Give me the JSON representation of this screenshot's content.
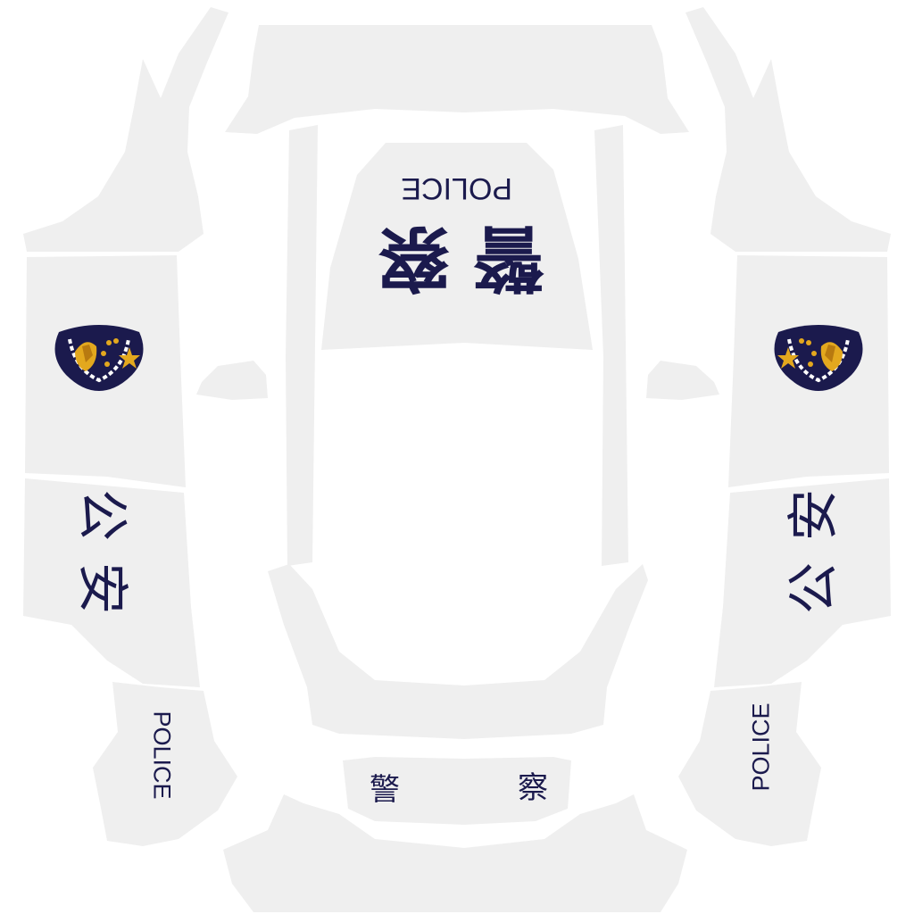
{
  "template": {
    "panel_color": "#efefef",
    "ink_color": "#1b1a4d",
    "emblem_colors": {
      "shield": "#1b1a4d",
      "gold": "#e3a81e",
      "wreath": "#ffffff"
    },
    "hood": {
      "zh_left": "警",
      "zh_right": "察",
      "police": "POLICE"
    },
    "front": {
      "zh_left": "警",
      "zh_right": "察"
    },
    "left_door": {
      "zh_top": "公",
      "zh_bottom": "安"
    },
    "right_door": {
      "zh_top": "安",
      "zh_bottom": "公"
    },
    "left_rear": {
      "police": "POLICE"
    },
    "right_rear": {
      "police": "POLICE"
    },
    "icons": [
      "police-emblem-left-icon",
      "police-emblem-right-icon"
    ]
  }
}
